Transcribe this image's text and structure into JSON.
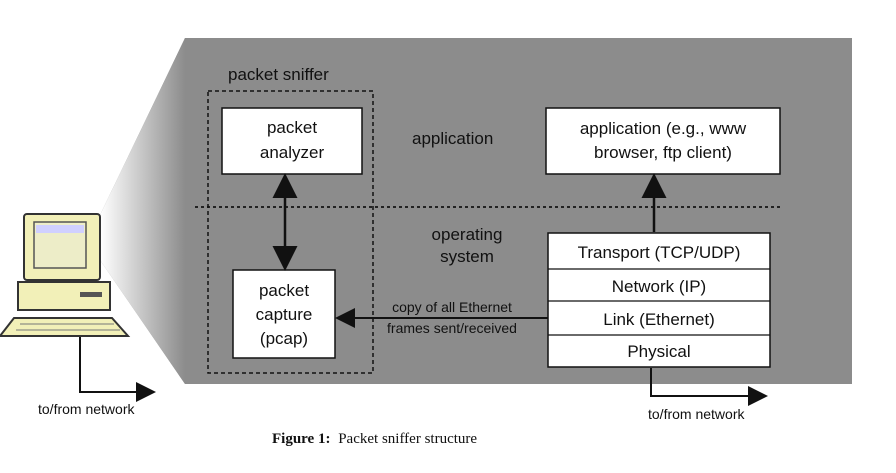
{
  "sniffer": {
    "title": "packet sniffer",
    "analyzer": [
      "packet",
      "analyzer"
    ],
    "capture": [
      "packet",
      "capture",
      "(pcap)"
    ]
  },
  "layers": {
    "application_label": "application",
    "os_label": [
      "operating",
      "system"
    ]
  },
  "app_box": [
    "application (e.g., www",
    "browser, ftp client)"
  ],
  "stack": [
    "Transport (TCP/UDP)",
    "Network (IP)",
    "Link (Ethernet)",
    "Physical"
  ],
  "copy_label": [
    "copy of all Ethernet",
    "frames sent/received"
  ],
  "network_left": "to/from network",
  "network_right": "to/from network",
  "caption": {
    "prefix": "Figure 1:",
    "text": "Packet sniffer structure"
  },
  "colors": {
    "panel": "#8c8c8c",
    "box": "#ffffff",
    "computer": "#f2f0b8",
    "line": "#111111"
  }
}
